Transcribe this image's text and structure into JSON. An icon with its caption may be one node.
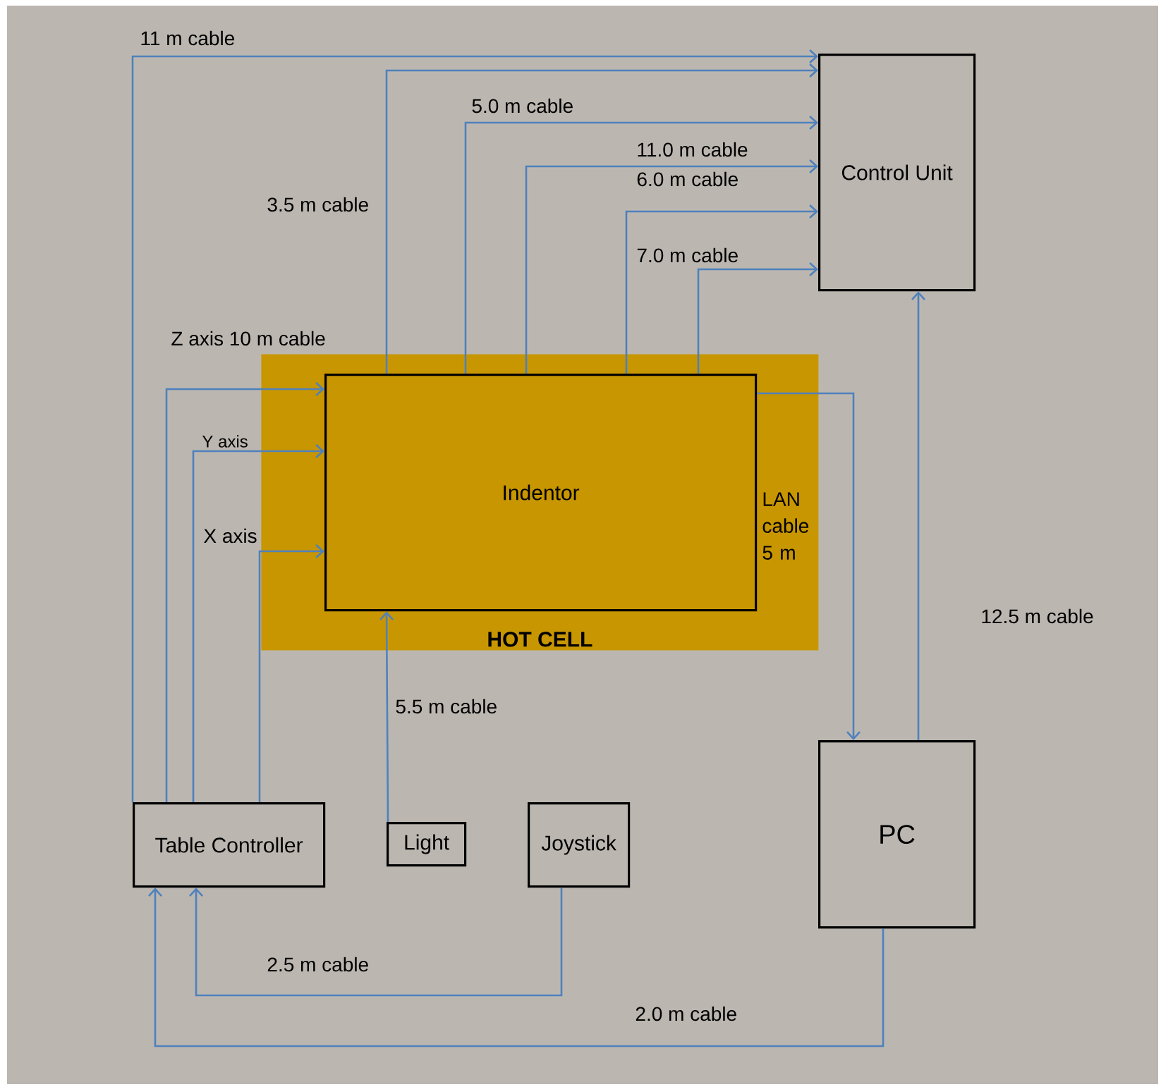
{
  "diagram": {
    "nodes": [
      {
        "text": [
          "HOT CELL"
        ]
      },
      {
        "text": [
          "Indentor"
        ],
        "in": 0
      },
      {
        "text": [
          "Control Unit"
        ]
      },
      {
        "text": [
          "PC"
        ]
      },
      {
        "text": [
          "Table Controller"
        ]
      },
      {
        "text": [
          "Light"
        ]
      },
      {
        "text": [
          "Joystick"
        ]
      }
    ],
    "edges": [
      {
        "from": 4,
        "to": 2,
        "arrow": "to",
        "label": "11 m cable"
      },
      {
        "from": 1,
        "to": 2,
        "arrow": "to",
        "label": "3.5 m cable"
      },
      {
        "from": 1,
        "to": 2,
        "arrow": "to",
        "label": "5.0 m cable"
      },
      {
        "from": 1,
        "to": 2,
        "arrow": "to",
        "label": "11.0 m cable"
      },
      {
        "from": 1,
        "to": 2,
        "arrow": "to",
        "label": "6.0 m cable"
      },
      {
        "from": 1,
        "to": 2,
        "arrow": "to",
        "label": "7.0 m cable"
      },
      {
        "from": 4,
        "to": 1,
        "arrow": "to",
        "label": "Z axis 10 m cable"
      },
      {
        "from": 4,
        "to": 1,
        "arrow": "to",
        "label": "Y axis"
      },
      {
        "from": 4,
        "to": 1,
        "arrow": "to",
        "label": "X axis"
      },
      {
        "from": 1,
        "to": 3,
        "arrow": "to",
        "label": "LAN cable 5 m"
      },
      {
        "from": 5,
        "to": 1,
        "arrow": "to",
        "label": "5.5 m cable"
      },
      {
        "from": 3,
        "to": 2,
        "arrow": "to",
        "label": "12.5 m cable"
      },
      {
        "from": 6,
        "to": 4,
        "arrow": "to",
        "label": "2.5 m cable"
      },
      {
        "from": 3,
        "to": 4,
        "arrow": "to",
        "label": "2.0 m cable"
      }
    ]
  }
}
